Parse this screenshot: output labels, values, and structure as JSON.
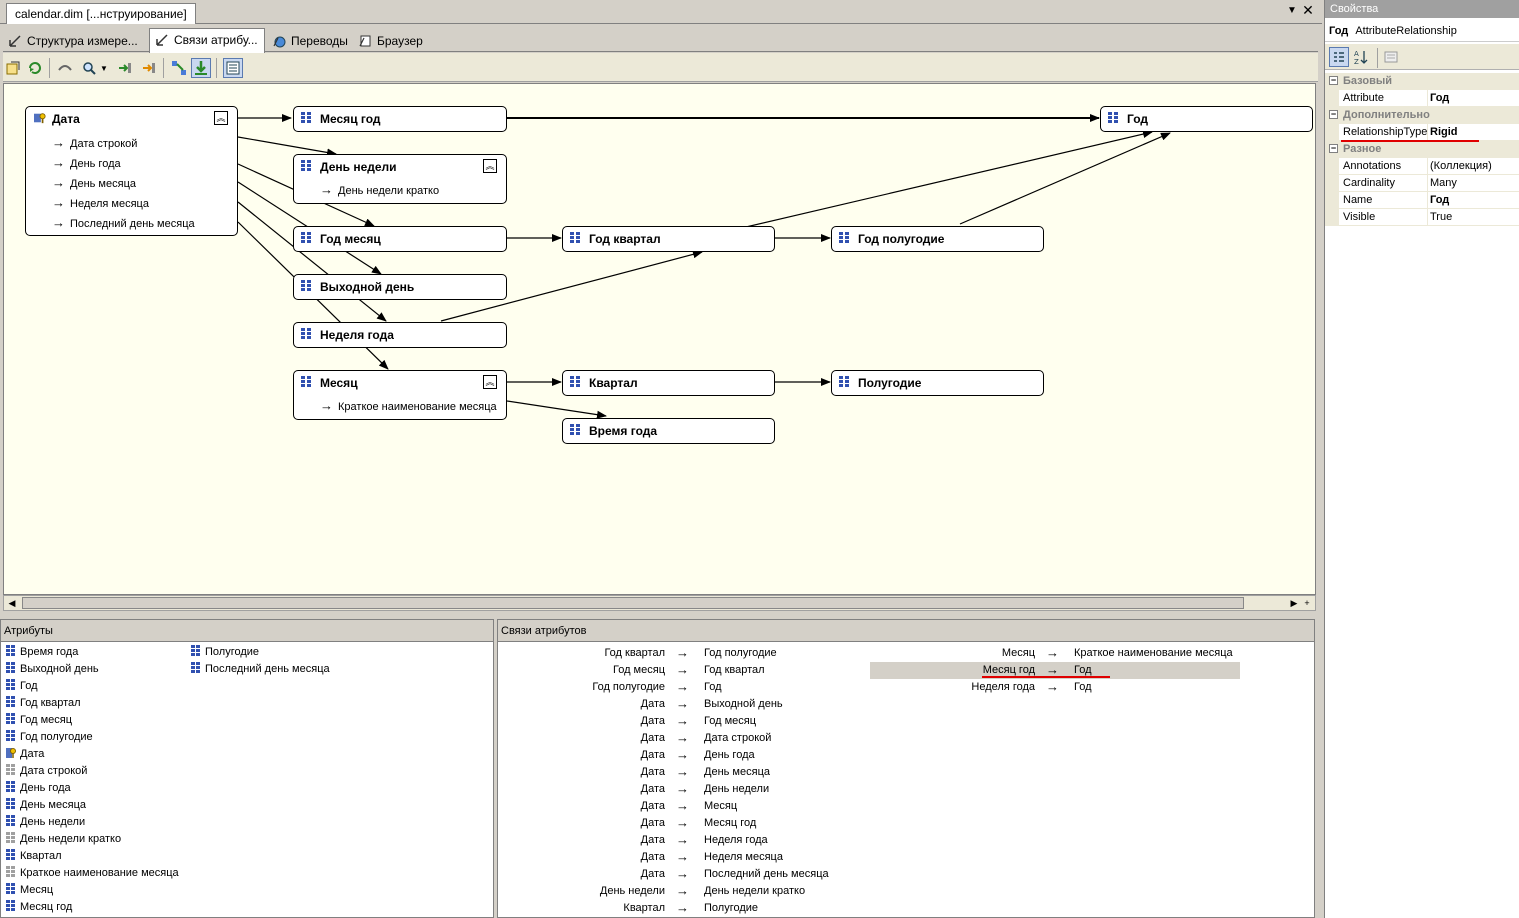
{
  "document": {
    "tab_title": "calendar.dim [...нструирование]"
  },
  "designer_tabs": [
    {
      "label": "Структура измере...",
      "active": false
    },
    {
      "label": "Связи атрибу...",
      "active": true
    },
    {
      "label": "Переводы",
      "active": false
    },
    {
      "label": "Браузер",
      "active": false
    }
  ],
  "diagram": {
    "nodes": {
      "data": {
        "title": "Дата",
        "items": [
          "Дата строкой",
          "День года",
          "День месяца",
          "Неделя месяца",
          "Последний день месяца"
        ]
      },
      "month_year": {
        "title": "Месяц год"
      },
      "weekday": {
        "title": "День недели",
        "items": [
          "День недели кратко"
        ]
      },
      "year_month": {
        "title": "Год месяц"
      },
      "day_off": {
        "title": "Выходной день"
      },
      "week_year": {
        "title": "Неделя года"
      },
      "month": {
        "title": "Месяц",
        "items": [
          "Краткое наименование месяца"
        ]
      },
      "year_quarter": {
        "title": "Год квартал"
      },
      "quarter": {
        "title": "Квартал"
      },
      "season": {
        "title": "Время года"
      },
      "year_half": {
        "title": "Год полугодие"
      },
      "half": {
        "title": "Полугодие"
      },
      "year": {
        "title": "Год"
      }
    }
  },
  "attributes_panel": {
    "header": "Атрибуты",
    "col1": [
      {
        "label": "Время года",
        "icon": "attribute-icon"
      },
      {
        "label": "Выходной день",
        "icon": "attribute-icon"
      },
      {
        "label": "Год",
        "icon": "attribute-icon"
      },
      {
        "label": "Год квартал",
        "icon": "attribute-icon"
      },
      {
        "label": "Год месяц",
        "icon": "attribute-icon"
      },
      {
        "label": "Год полугодие",
        "icon": "attribute-icon"
      },
      {
        "label": "Дата",
        "icon": "key-attribute-icon"
      },
      {
        "label": "Дата строкой",
        "icon": "disabled-attribute-icon"
      },
      {
        "label": "День года",
        "icon": "attribute-icon"
      },
      {
        "label": "День месяца",
        "icon": "attribute-icon"
      },
      {
        "label": "День недели",
        "icon": "attribute-icon"
      },
      {
        "label": "День недели кратко",
        "icon": "disabled-attribute-icon"
      },
      {
        "label": "Квартал",
        "icon": "attribute-icon"
      },
      {
        "label": "Краткое наименование месяца",
        "icon": "disabled-attribute-icon"
      },
      {
        "label": "Месяц",
        "icon": "attribute-icon"
      },
      {
        "label": "Месяц год",
        "icon": "attribute-icon"
      }
    ],
    "col2": [
      {
        "label": "Полугодие",
        "icon": "attribute-icon"
      },
      {
        "label": "Последний день месяца",
        "icon": "attribute-icon"
      }
    ]
  },
  "relationships_panel": {
    "header": "Связи атрибутов",
    "col1": [
      [
        "Год квартал",
        "Год полугодие"
      ],
      [
        "Год месяц",
        "Год квартал"
      ],
      [
        "Год полугодие",
        "Год"
      ],
      [
        "Дата",
        "Выходной день"
      ],
      [
        "Дата",
        "Год месяц"
      ],
      [
        "Дата",
        "Дата строкой"
      ],
      [
        "Дата",
        "День года"
      ],
      [
        "Дата",
        "День месяца"
      ],
      [
        "Дата",
        "День недели"
      ],
      [
        "Дата",
        "Месяц"
      ],
      [
        "Дата",
        "Месяц год"
      ],
      [
        "Дата",
        "Неделя года"
      ],
      [
        "Дата",
        "Неделя месяца"
      ],
      [
        "Дата",
        "Последний день месяца"
      ],
      [
        "День недели",
        "День недели кратко"
      ],
      [
        "Квартал",
        "Полугодие"
      ]
    ],
    "col2": [
      [
        "Месяц",
        "Краткое наименование месяца"
      ],
      [
        "Месяц год",
        "Год"
      ],
      [
        "Неделя года",
        "Год"
      ]
    ],
    "selected_col2_index": 1
  },
  "properties": {
    "title": "Свойства",
    "object_name": "Год",
    "object_type": "AttributeRelationship",
    "categories": [
      {
        "name": "Базовый",
        "rows": [
          {
            "name": "Attribute",
            "value": "Год",
            "bold": true
          }
        ]
      },
      {
        "name": "Дополнительно",
        "rows": [
          {
            "name": "RelationshipType",
            "value": "Rigid",
            "bold": true
          }
        ]
      },
      {
        "name": "Разное",
        "rows": [
          {
            "name": "Annotations",
            "value": "(Коллекция)",
            "bold": false
          },
          {
            "name": "Cardinality",
            "value": "Many",
            "bold": false
          },
          {
            "name": "Name",
            "value": "Год",
            "bold": true
          },
          {
            "name": "Visible",
            "value": "True",
            "bold": false
          }
        ]
      }
    ]
  },
  "colors": {
    "canvas": "#ffffef",
    "chrome": "#d4d0c8",
    "highlight": "#e00000",
    "selected_row": "#d4d0c8"
  }
}
